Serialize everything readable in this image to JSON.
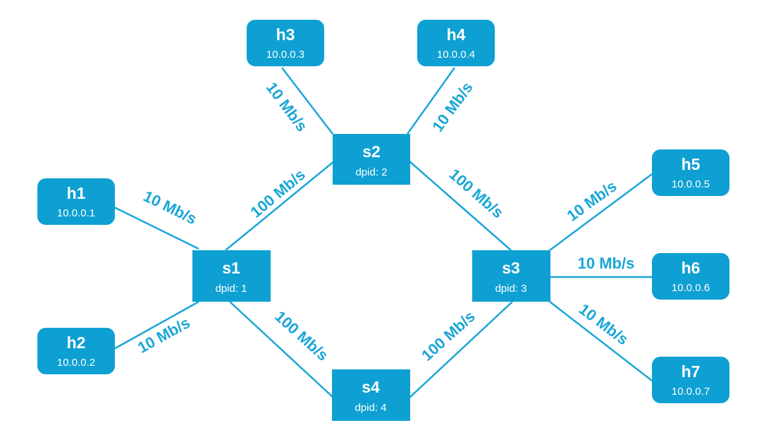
{
  "colors": {
    "accent": "#0ea0d2",
    "link": "#1ba6d6",
    "text_on_node": "#ffffff",
    "background": "#ffffff"
  },
  "switches": [
    {
      "id": "s1",
      "name": "s1",
      "sub": "dpid: 1"
    },
    {
      "id": "s2",
      "name": "s2",
      "sub": "dpid: 2"
    },
    {
      "id": "s3",
      "name": "s3",
      "sub": "dpid: 3"
    },
    {
      "id": "s4",
      "name": "s4",
      "sub": "dpid: 4"
    }
  ],
  "hosts": [
    {
      "id": "h1",
      "name": "h1",
      "sub": "10.0.0.1"
    },
    {
      "id": "h2",
      "name": "h2",
      "sub": "10.0.0.2"
    },
    {
      "id": "h3",
      "name": "h3",
      "sub": "10.0.0.3"
    },
    {
      "id": "h4",
      "name": "h4",
      "sub": "10.0.0.4"
    },
    {
      "id": "h5",
      "name": "h5",
      "sub": "10.0.0.5"
    },
    {
      "id": "h6",
      "name": "h6",
      "sub": "10.0.0.6"
    },
    {
      "id": "h7",
      "name": "h7",
      "sub": "10.0.0.7"
    }
  ],
  "links": [
    {
      "from": "h1",
      "to": "s1",
      "label": "10 Mb/s"
    },
    {
      "from": "h2",
      "to": "s1",
      "label": "10 Mb/s"
    },
    {
      "from": "h3",
      "to": "s2",
      "label": "10 Mb/s"
    },
    {
      "from": "h4",
      "to": "s2",
      "label": "10 Mb/s"
    },
    {
      "from": "s1",
      "to": "s2",
      "label": "100 Mb/s"
    },
    {
      "from": "s2",
      "to": "s3",
      "label": "100 Mb/s"
    },
    {
      "from": "s1",
      "to": "s4",
      "label": "100 Mb/s"
    },
    {
      "from": "s4",
      "to": "s3",
      "label": "100 Mb/s"
    },
    {
      "from": "s3",
      "to": "h5",
      "label": "10 Mb/s"
    },
    {
      "from": "s3",
      "to": "h6",
      "label": "10 Mb/s"
    },
    {
      "from": "s3",
      "to": "h7",
      "label": "10 Mb/s"
    }
  ]
}
